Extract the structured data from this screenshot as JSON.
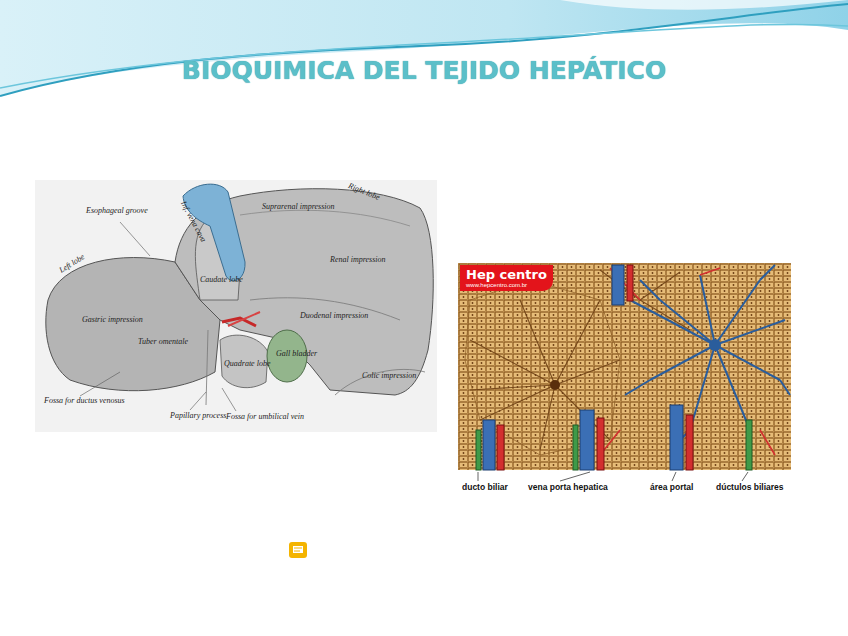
{
  "diagram": {
    "title": "BIOQUIMICA DEL TEJIDO HEPÁTICO",
    "nodes": [
      {
        "text": [
          "Hep centro",
          "www.hepcentro.com.br"
        ]
      }
    ],
    "labels": [
      "Esophageal groove",
      "Right lobe",
      "Left lobe",
      "Inf. vena cava",
      "Caudate lobe",
      "Suprarenal impression",
      "Renal impression",
      "Gastric impression",
      "Tuber omentale",
      "Duodenal impression",
      "Quadrate lobe",
      "Gall bladder",
      "Colic impression",
      "Fossa for ductus venosus",
      "Papillary process",
      "Fossa for umbilical vein",
      "ducto biliar",
      "vena porta hepatica",
      "área portal",
      "dúctulos biliares"
    ]
  }
}
